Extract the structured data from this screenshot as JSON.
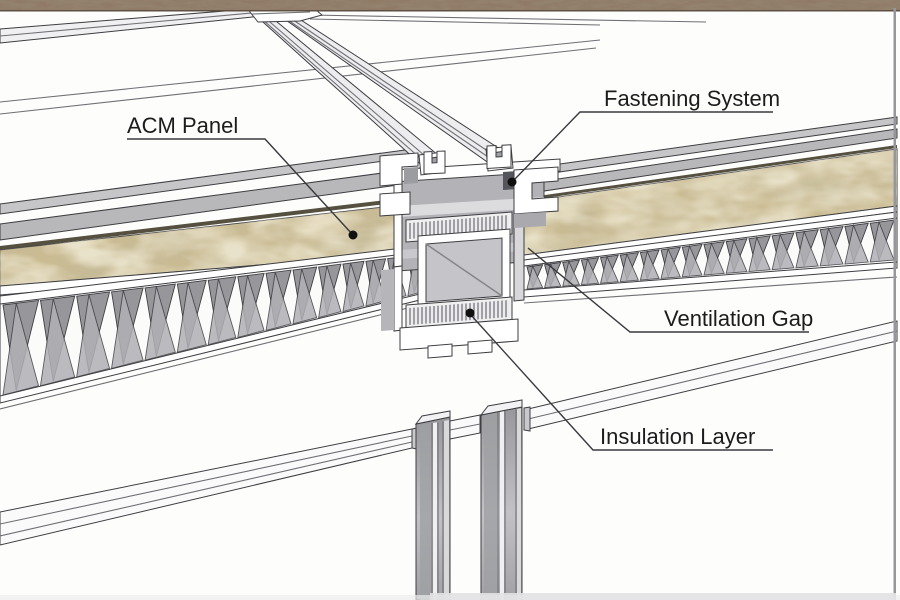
{
  "annotations": {
    "acm_panel": "ACM Panel",
    "fastening_system": "Fastening System",
    "ventilation_gap": "Ventilation Gap",
    "insulation_layer": "Insulation Layer"
  },
  "colors": {
    "background": "#fdfdfc",
    "top_strip": "#8f7a66",
    "panel_core": "#cbbc92",
    "core_texture_dark": "#8d7f57",
    "core_texture_light": "#ece2c0",
    "outline": "#3e3e42",
    "cavity_gray": "#b2b2b7",
    "corrugation_gray": "#96969b",
    "label_text": "#1c1c1c"
  }
}
